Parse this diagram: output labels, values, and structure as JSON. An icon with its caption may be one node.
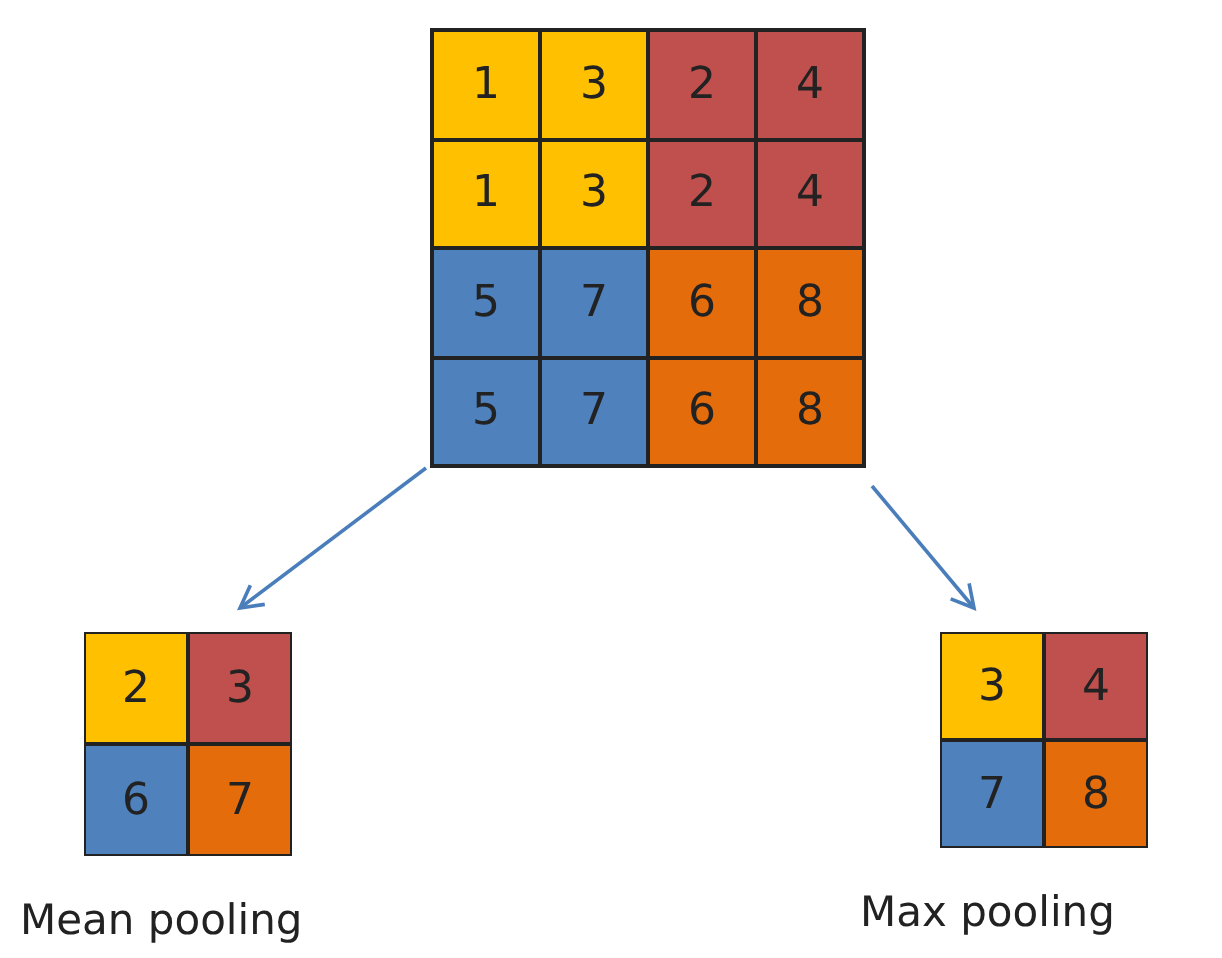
{
  "diagram": {
    "nodes": [
      {
        "text": [],
        "shape": "box"
      },
      {
        "text": [
          "1"
        ],
        "in": 0
      },
      {
        "text": [
          "3"
        ],
        "in": 0
      },
      {
        "text": [
          "2"
        ],
        "in": 0
      },
      {
        "text": [
          "4"
        ],
        "in": 0
      },
      {
        "text": [
          "1"
        ],
        "in": 0
      },
      {
        "text": [
          "3"
        ],
        "in": 0
      },
      {
        "text": [
          "2"
        ],
        "in": 0
      },
      {
        "text": [
          "4"
        ],
        "in": 0
      },
      {
        "text": [
          "5"
        ],
        "in": 0
      },
      {
        "text": [
          "7"
        ],
        "in": 0
      },
      {
        "text": [
          "6"
        ],
        "in": 0
      },
      {
        "text": [
          "8"
        ],
        "in": 0
      },
      {
        "text": [
          "5"
        ],
        "in": 0
      },
      {
        "text": [
          "7"
        ],
        "in": 0
      },
      {
        "text": [
          "6"
        ],
        "in": 0
      },
      {
        "text": [
          "8"
        ],
        "in": 0
      },
      {
        "text": [
          "Mean pooling"
        ]
      },
      {
        "text": [
          "2"
        ],
        "in": 17
      },
      {
        "text": [
          "3"
        ],
        "in": 17
      },
      {
        "text": [
          "6"
        ],
        "in": 17
      },
      {
        "text": [
          "7"
        ],
        "in": 17
      },
      {
        "text": [
          "Max pooling"
        ]
      },
      {
        "text": [
          "3"
        ],
        "in": 22
      },
      {
        "text": [
          "4"
        ],
        "in": 22
      },
      {
        "text": [
          "7"
        ],
        "in": 22
      },
      {
        "text": [
          "8"
        ],
        "in": 22
      }
    ],
    "edges": [
      {
        "from": 0,
        "to": 17,
        "arrow": "to"
      },
      {
        "from": 0,
        "to": 22,
        "arrow": "to"
      }
    ]
  }
}
